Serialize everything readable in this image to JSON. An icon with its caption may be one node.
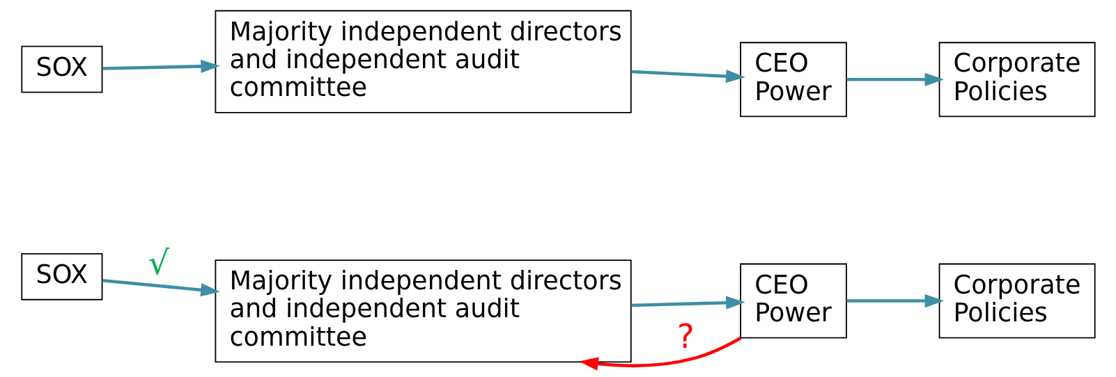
{
  "diagram": {
    "nodes": [
      {
        "text": [
          "SOX"
        ]
      },
      {
        "text": [
          "Majority independent directors and independent audit committee"
        ]
      },
      {
        "text": [
          "CEO Power"
        ]
      },
      {
        "text": [
          "Corporate Policies"
        ]
      },
      {
        "text": [
          "SOX"
        ]
      },
      {
        "text": [
          "Majority independent directors and independent audit committee"
        ]
      },
      {
        "text": [
          "CEO Power"
        ]
      },
      {
        "text": [
          "Corporate Policies"
        ]
      }
    ],
    "edges": [
      {
        "from": 0,
        "to": 1,
        "arrow": "to"
      },
      {
        "from": 1,
        "to": 2,
        "arrow": "to"
      },
      {
        "from": 2,
        "to": 3,
        "arrow": "to"
      },
      {
        "from": 4,
        "to": 5,
        "arrow": "to",
        "label": "√"
      },
      {
        "from": 5,
        "to": 6,
        "arrow": "to"
      },
      {
        "from": 6,
        "to": 5,
        "arrow": "to",
        "label": "?",
        "color": "#ff0000"
      },
      {
        "from": 6,
        "to": 7,
        "arrow": "to"
      }
    ]
  }
}
